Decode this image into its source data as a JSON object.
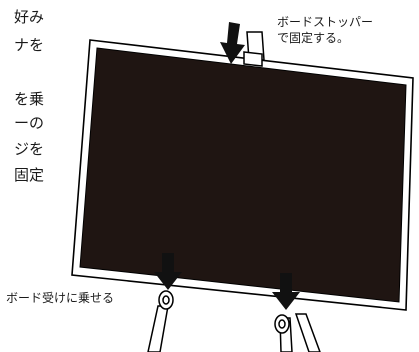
{
  "instruction_text_fragments": [
    "好み",
    "ナを",
    "を乗",
    "ーの",
    "ジを",
    "固定"
  ],
  "labels": {
    "board_stopper": [
      "ボードストッパー",
      "で固定する。"
    ],
    "board_holder": "ボード受けに乗せる"
  },
  "colors": {
    "board": "#1f1512",
    "frame": "#ffffff",
    "outline": "#000000"
  }
}
